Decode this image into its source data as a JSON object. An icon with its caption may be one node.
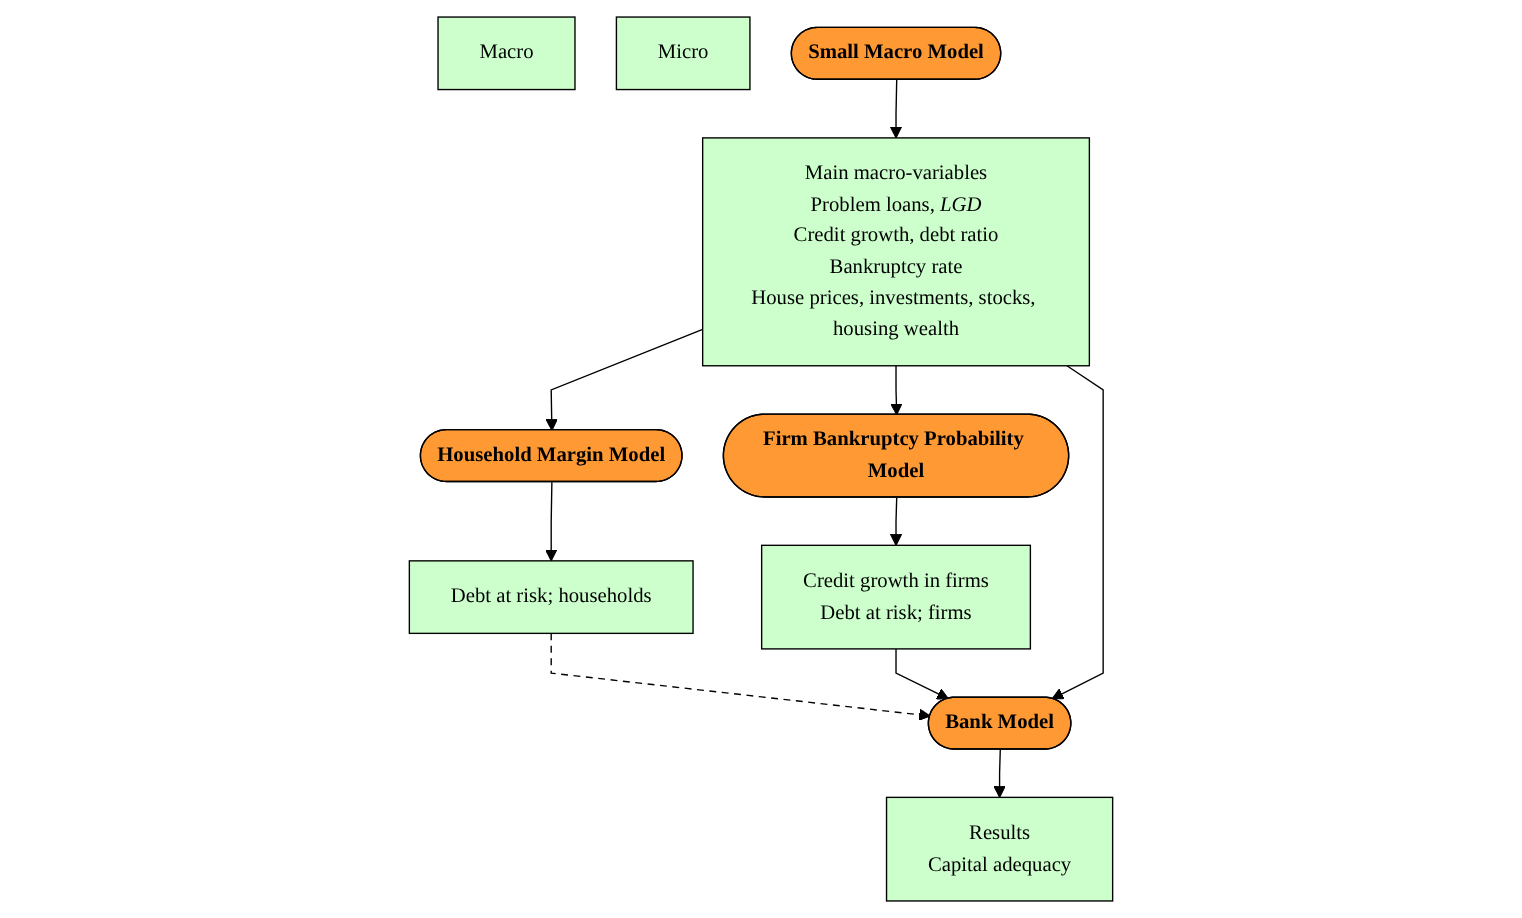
{
  "diagram": {
    "nodes": [
      {
        "text": [
          "Macro"
        ]
      },
      {
        "text": [
          "Micro"
        ]
      },
      {
        "text": [
          "Small Macro Model"
        ]
      },
      {
        "text": [
          "Household Margin Model"
        ]
      },
      {
        "text": [
          "Firm Bankruptcy Probability Model"
        ]
      },
      {
        "text": [
          "Main macro-variables",
          "Problem loans, *LGD*",
          "Credit growth, debt ratio",
          "Bankruptcy rate",
          "House prices, investments, stocks, housing wealth"
        ]
      },
      {
        "text": [
          "Debt at risk; households"
        ]
      },
      {
        "text": [
          "Credit growth in firms",
          "Debt at risk; firms"
        ]
      },
      {
        "text": [
          "Bank Model"
        ]
      },
      {
        "text": [
          "Results",
          "Capital adequacy"
        ]
      }
    ],
    "edges": [
      {
        "from": 2,
        "to": 5,
        "arrow": "to"
      },
      {
        "from": 5,
        "to": 3,
        "arrow": "to"
      },
      {
        "from": 5,
        "to": 4,
        "arrow": "to"
      },
      {
        "from": 3,
        "to": 6,
        "arrow": "to"
      },
      {
        "from": 4,
        "to": 7,
        "arrow": "to"
      },
      {
        "from": 6,
        "to": 8,
        "arrow": "to",
        "style": "dashed"
      },
      {
        "from": 7,
        "to": 8,
        "arrow": "to"
      },
      {
        "from": 5,
        "to": 8,
        "arrow": "to"
      },
      {
        "from": 8,
        "to": 9,
        "arrow": "to"
      }
    ]
  }
}
